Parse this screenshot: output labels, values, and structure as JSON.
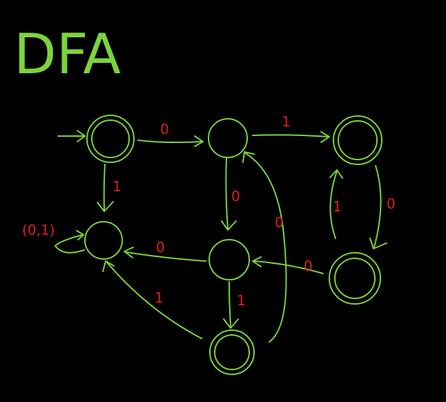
{
  "title": "DFA",
  "colors": {
    "background": "#000000",
    "ink": "#7CD43C",
    "label": "#E01E1E"
  },
  "diagram": {
    "type": "dfa",
    "states": [
      {
        "id": "q0",
        "accepting": true,
        "start": true
      },
      {
        "id": "q1",
        "accepting": false
      },
      {
        "id": "q2",
        "accepting": true
      },
      {
        "id": "trap",
        "accepting": false
      },
      {
        "id": "q3",
        "accepting": false
      },
      {
        "id": "q4",
        "accepting": true
      },
      {
        "id": "q5",
        "accepting": true
      }
    ],
    "transitions": [
      {
        "from": "q0",
        "to": "q1",
        "label": "0"
      },
      {
        "from": "q1",
        "to": "q2",
        "label": "1"
      },
      {
        "from": "q0",
        "to": "trap",
        "label": "1"
      },
      {
        "from": "q1",
        "to": "q3",
        "label": "0"
      },
      {
        "from": "q2",
        "to": "q4",
        "label": "0"
      },
      {
        "from": "q4",
        "to": "q2",
        "label": "1"
      },
      {
        "from": "q4",
        "to": "q3",
        "label": "0"
      },
      {
        "from": "q3",
        "to": "trap",
        "label": "0"
      },
      {
        "from": "q3",
        "to": "q5",
        "label": "1"
      },
      {
        "from": "q5",
        "to": "trap",
        "label": "1"
      },
      {
        "from": "q5",
        "to": "q1",
        "label": "0"
      },
      {
        "from": "trap",
        "to": "trap",
        "label": "(0,1)"
      }
    ]
  }
}
